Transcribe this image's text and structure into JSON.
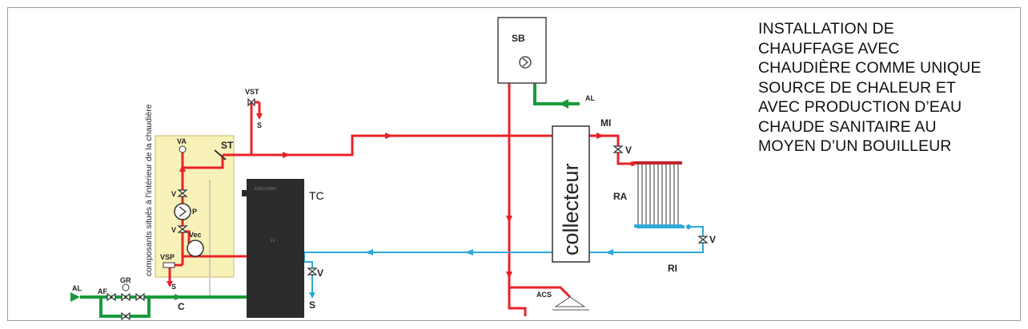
{
  "title_lines": [
    "INSTALLATION DE",
    "CHAUFFAGE AVEC",
    "CHAUDIÈRE COMME UNIQUE",
    "SOURCE DE CHALEUR ET",
    "AVEC PRODUCTION D’EAU",
    "CHAUDE SANITAIRE AU",
    "MOYEN D’UN BOUILLEUR"
  ],
  "labels": {
    "sb": "SB",
    "al_top": "AL",
    "al_left": "AL",
    "mi": "MI",
    "ri": "RI",
    "ra": "RA",
    "tc": "TC",
    "collecteur": "collecteur",
    "vst": "VST",
    "st": "ST",
    "va": "VA",
    "p": "P",
    "vec": "Vec",
    "vsp": "VSP",
    "af": "AF",
    "gr": "GR",
    "c": "C",
    "acs": "ACS",
    "s_vst": "S",
    "s_vsp": "S",
    "s_tc": "S",
    "v1": "V",
    "v2": "V",
    "v_mi": "V",
    "v_ra": "V",
    "v_tc": "V",
    "boiler_logo": "EDILKAMIN",
    "boiler_center": "ⅡⅡ",
    "vertical_note": "composants situés à l'intérieur de la chaudière"
  },
  "colors": {
    "hot": "#e8232a",
    "return": "#2ea8d8",
    "supply": "#1a9a3a",
    "panel": "#f8f2b8",
    "boiler": "#2c2c2c"
  }
}
